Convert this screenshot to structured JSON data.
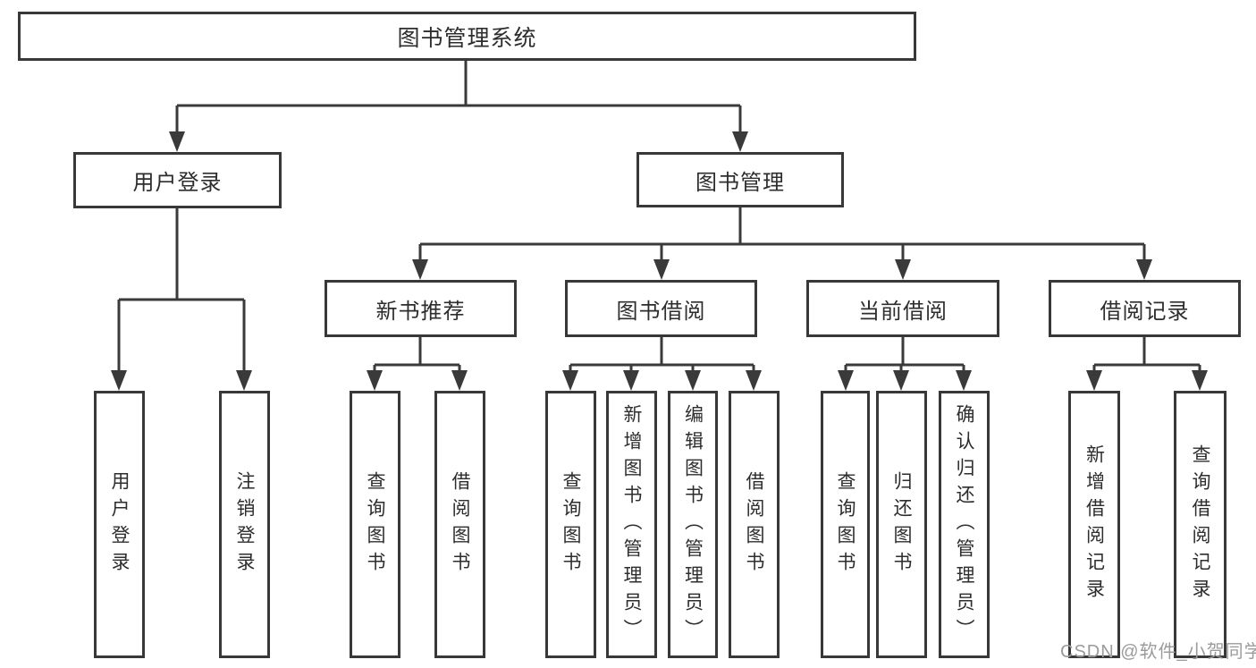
{
  "diagram": {
    "title": "图书管理系统",
    "level2": [
      {
        "label": "用户登录"
      },
      {
        "label": "图书管理"
      }
    ],
    "level3": [
      {
        "label": "新书推荐"
      },
      {
        "label": "图书借阅"
      },
      {
        "label": "当前借阅"
      },
      {
        "label": "借阅记录"
      }
    ],
    "leaves": {
      "user_login": [
        {
          "label": "用户登录"
        },
        {
          "label": "注销登录"
        }
      ],
      "new_book": [
        {
          "label": "查询图书"
        },
        {
          "label": "借阅图书"
        }
      ],
      "book_borrow": [
        {
          "label": "查询图书"
        },
        {
          "label": "新增图书（管理员）"
        },
        {
          "label": "编辑图书（管理员）"
        },
        {
          "label": "借阅图书"
        }
      ],
      "current_borrow": [
        {
          "label": "查询图书"
        },
        {
          "label": "归还图书"
        },
        {
          "label": "确认归还（管理员）"
        }
      ],
      "borrow_record": [
        {
          "label": "新增借阅记录"
        },
        {
          "label": "查询借阅记录"
        }
      ]
    }
  },
  "watermark": {
    "text": "CSDN @软件_小贺同学"
  },
  "colors": {
    "line": "#3a3a3a",
    "border": "#383838",
    "text": "#2d2d2d",
    "watermark": "#9b9b9b",
    "background": "#ffffff"
  }
}
